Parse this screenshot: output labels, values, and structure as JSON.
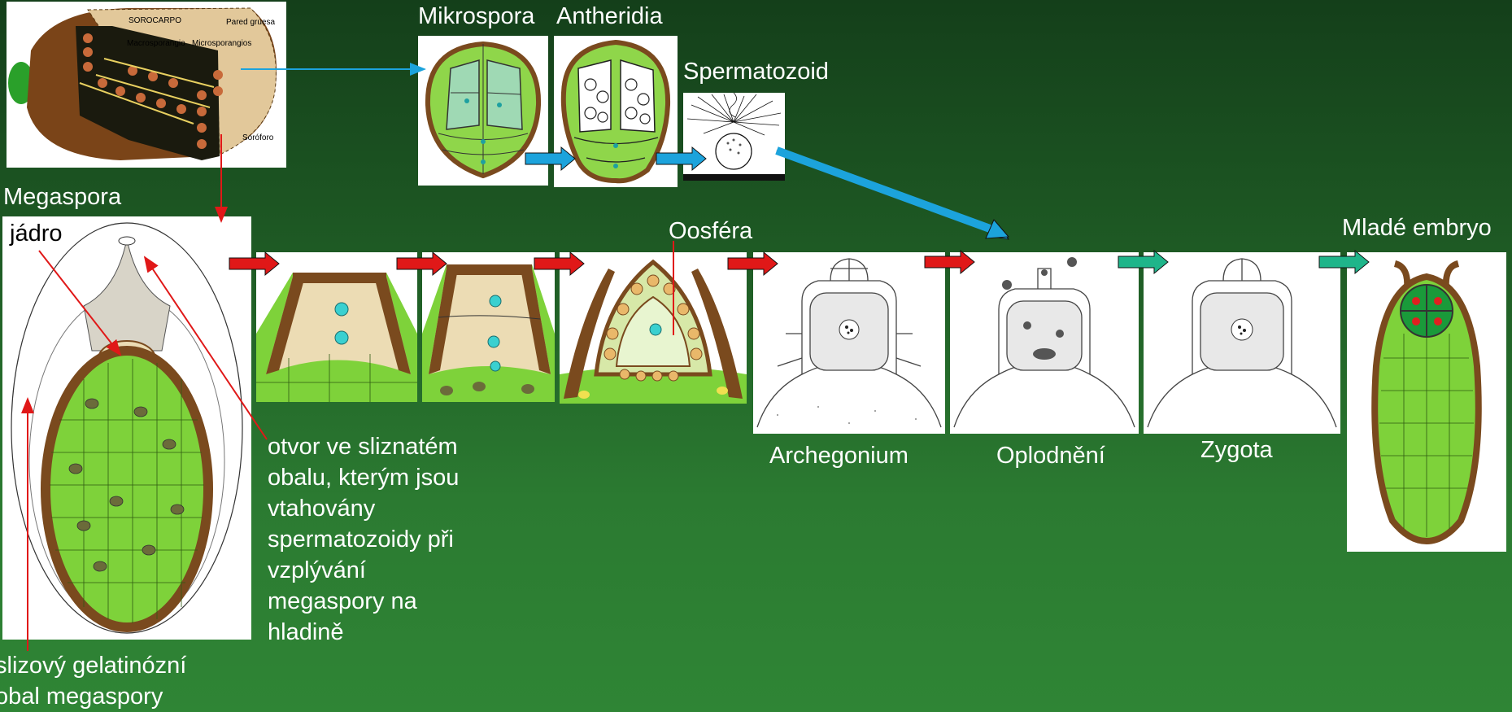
{
  "labels": {
    "mikrospora": "Mikrospora",
    "antheridia": "Antheridia",
    "spermatozoid": "Spermatozoid",
    "megaspora": "Megaspora",
    "jadro": "jádro",
    "oosfera": "Oosféra",
    "mlade_embryo": "Mladé embryo",
    "archegonium": "Archegonium",
    "oplodneni": "Oplodnění",
    "zygota": "Zygota",
    "otvor": "otvor ve sliznatém\nobalu, kterým jsou\nvtahovány\nspermatozoidy při\nvzplývání\nmegaspory na\nhladině",
    "slizovy": "slizový gelatinózní\nobal megaspory"
  },
  "sorocarp": {
    "title": "SOROCARPO",
    "pared": "Pared gruesa",
    "macro": "Macrosporangio",
    "micro": "Microsporangios",
    "sorof": "Soróforo"
  },
  "colors": {
    "arrow_red": "#e01818",
    "arrow_blue": "#1ca3dc",
    "arrow_teal": "#1fb58a",
    "cell_green": "#7ed23a",
    "wall_brown": "#7a4a1e",
    "cytoplasm": "#ecdcb4"
  }
}
